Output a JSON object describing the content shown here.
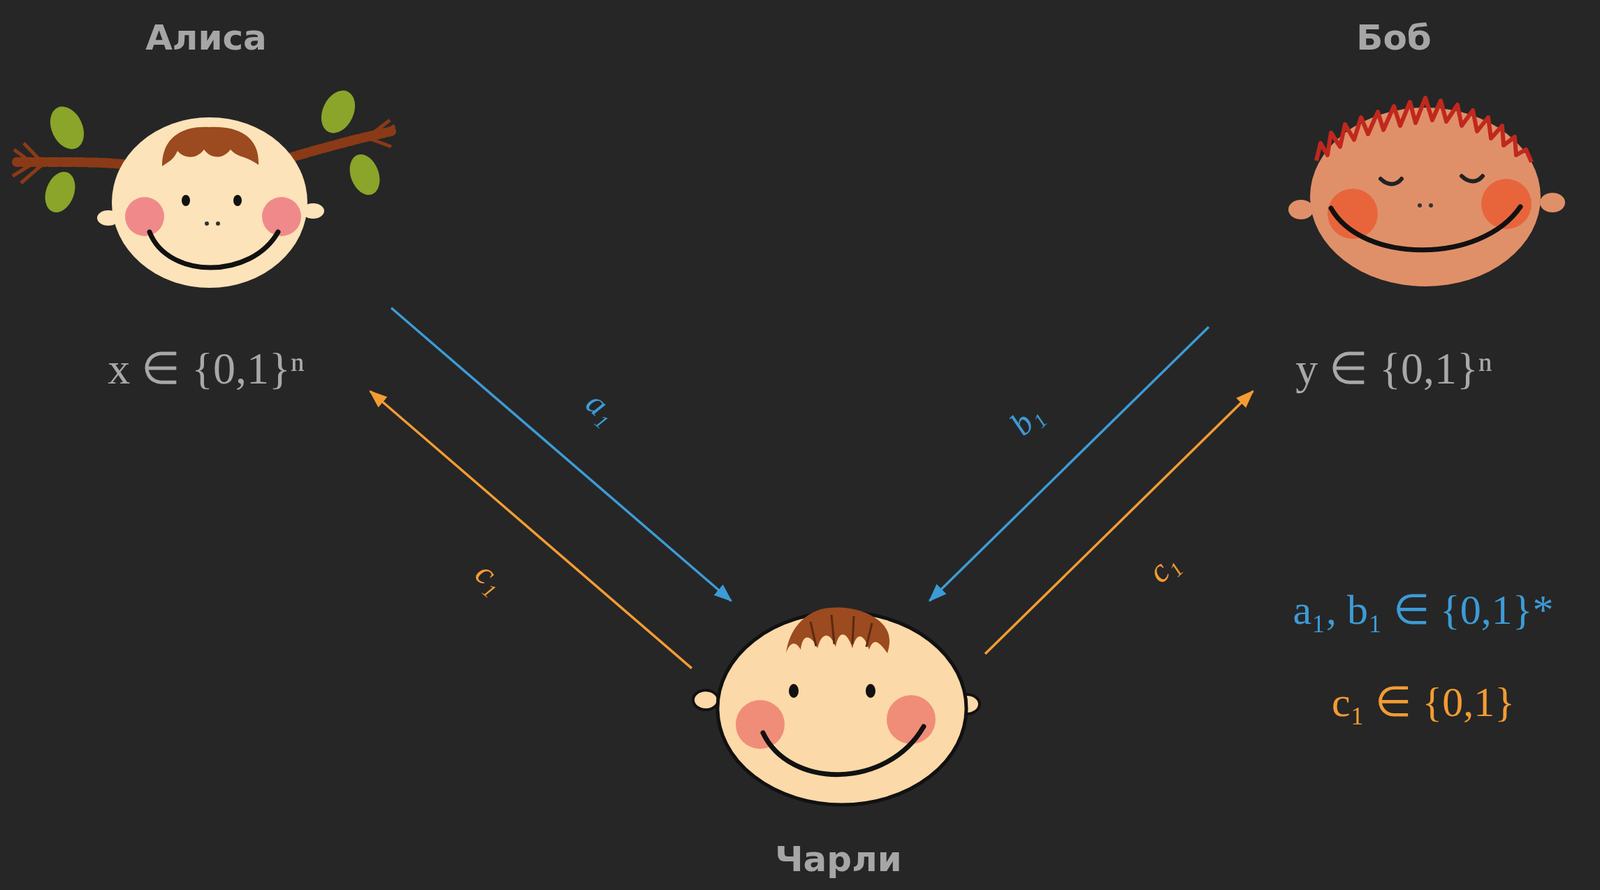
{
  "diagram": {
    "nodes": [
      {
        "text": [
          "Алиса",
          "x ∈ {0,1}ⁿ"
        ]
      },
      {
        "text": [
          "Боб",
          "y ∈ {0,1}ⁿ"
        ]
      },
      {
        "text": [
          "Чарли"
        ]
      }
    ],
    "edges": [
      {
        "from": 0,
        "to": 2,
        "arrow": "to",
        "label": "a₁"
      },
      {
        "from": 2,
        "to": 0,
        "arrow": "to",
        "label": "c₁"
      },
      {
        "from": 1,
        "to": 2,
        "arrow": "to",
        "label": "b₁"
      },
      {
        "from": 2,
        "to": 1,
        "arrow": "to",
        "label": "c₁"
      }
    ],
    "labels": [
      "a₁, b₁ ∈ {0,1}*",
      "c₁ ∈ {0,1}"
    ]
  }
}
